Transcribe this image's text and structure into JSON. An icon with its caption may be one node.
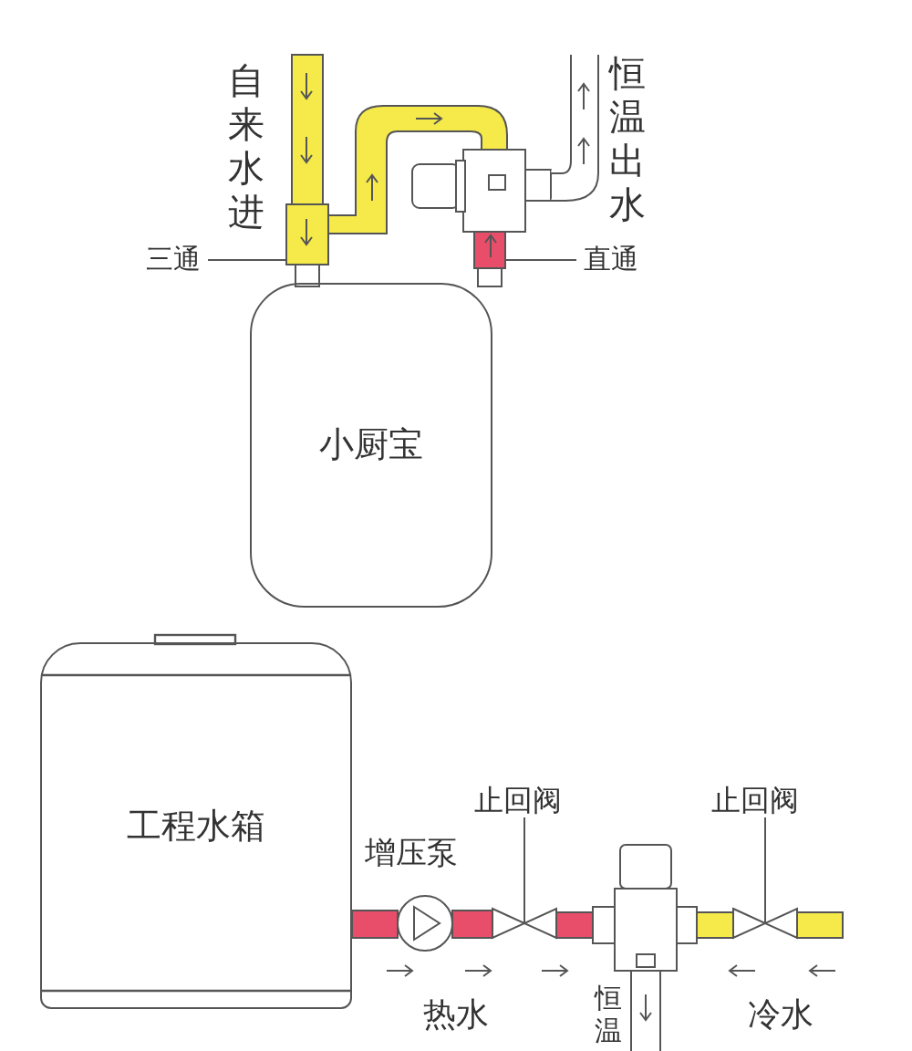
{
  "diagram": {
    "nodes": [
      {
        "text": [
          "小厨宝"
        ]
      },
      {
        "text": [
          "工程水箱"
        ]
      },
      {
        "text": [
          "三通"
        ]
      },
      {
        "text": [
          "直通"
        ]
      },
      {
        "text": [
          "止回阀"
        ]
      },
      {
        "text": [
          "止回阀"
        ]
      },
      {
        "text": [],
        "shape": "box"
      },
      {
        "text": [],
        "shape": "box"
      },
      {
        "text": [],
        "shape": "valve"
      },
      {
        "text": [],
        "shape": "valve"
      }
    ],
    "edges": [
      {
        "from": 2,
        "to": 6,
        "arrow": "none"
      },
      {
        "from": 3,
        "to": 7,
        "arrow": "none"
      },
      {
        "from": 4,
        "to": 8,
        "arrow": "none"
      },
      {
        "from": 5,
        "to": 9,
        "arrow": "none"
      }
    ],
    "labels": [
      "自来水进",
      "恒温出水",
      "增压泵",
      "热水",
      "恒温",
      "冷水"
    ]
  }
}
